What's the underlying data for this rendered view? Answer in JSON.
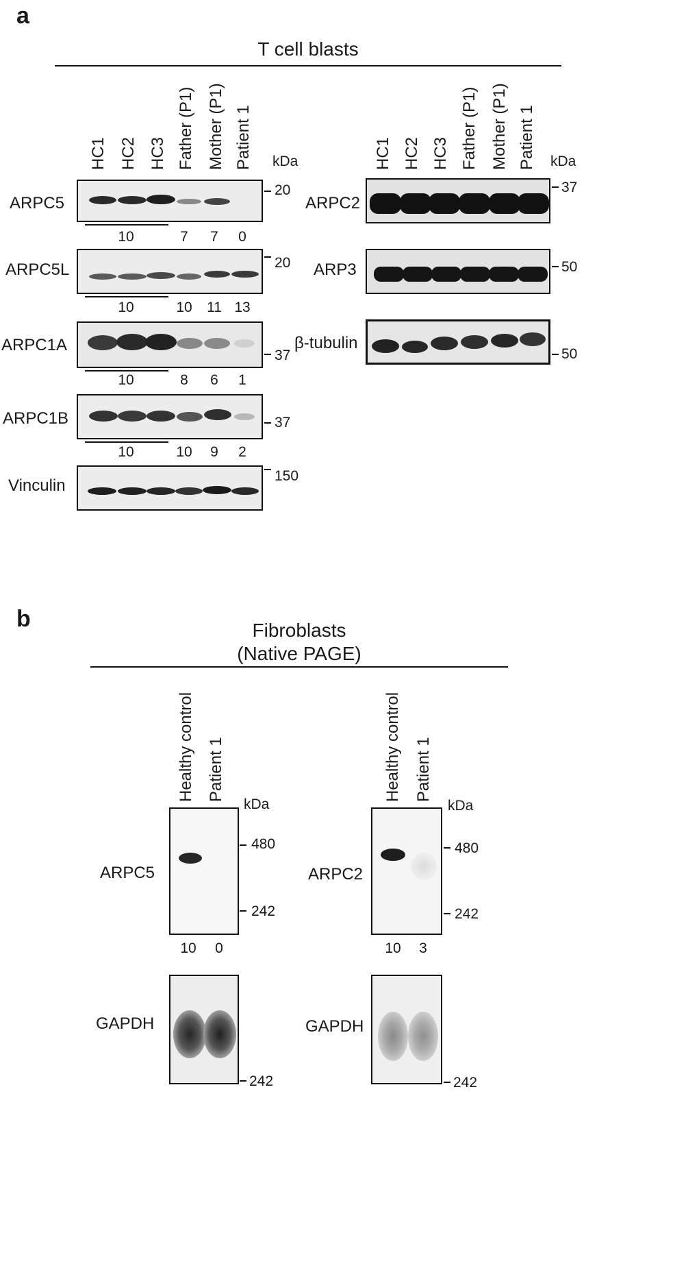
{
  "panel_a": {
    "letter": "a",
    "title": "T cell blasts",
    "lanes": [
      "HC1",
      "HC2",
      "HC3",
      "Father (P1)",
      "Mother (P1)",
      "Patient 1"
    ],
    "kda": "kDa",
    "left_blots": [
      {
        "label": "ARPC5",
        "marker": "20",
        "quant": {
          "hc": "10",
          "father": "7",
          "mother": "7",
          "patient": "0"
        }
      },
      {
        "label": "ARPC5L",
        "marker": "20",
        "quant": {
          "hc": "10",
          "father": "10",
          "mother": "11",
          "patient": "13"
        }
      },
      {
        "label": "ARPC1A",
        "marker": "37",
        "quant": {
          "hc": "10",
          "father": "8",
          "mother": "6",
          "patient": "1"
        }
      },
      {
        "label": "ARPC1B",
        "marker": "37",
        "quant": {
          "hc": "10",
          "father": "10",
          "mother": "9",
          "patient": "2"
        }
      },
      {
        "label": "Vinculin",
        "marker": "150"
      }
    ],
    "right_blots": [
      {
        "label": "ARPC2",
        "marker": "37"
      },
      {
        "label": "ARP3",
        "marker": "50"
      },
      {
        "label": "β-tubulin",
        "marker": "50"
      }
    ]
  },
  "panel_b": {
    "letter": "b",
    "title_line1": "Fibroblasts",
    "title_line2": "(Native PAGE)",
    "lanes": [
      "Healthy control",
      "Patient 1"
    ],
    "kda": "kDa",
    "blots": [
      {
        "label": "ARPC5",
        "marker_top": "480",
        "marker_bottom": "242",
        "quant": [
          "10",
          "0"
        ]
      },
      {
        "label": "ARPC2",
        "marker_top": "480",
        "marker_bottom": "242",
        "quant": [
          "10",
          "3"
        ]
      }
    ],
    "loading": [
      {
        "label": "GAPDH",
        "marker": "242"
      },
      {
        "label": "GAPDH",
        "marker": "242"
      }
    ]
  }
}
